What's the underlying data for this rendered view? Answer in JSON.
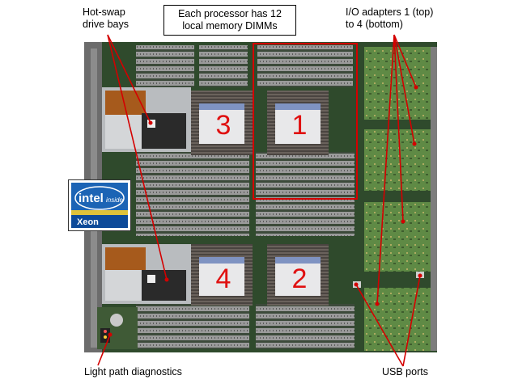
{
  "labels": {
    "hot_swap": [
      "Hot-swap",
      "drive bays"
    ],
    "memory": [
      "Each processor has 12",
      "local memory DIMMs"
    ],
    "io": [
      "I/O adapters 1 (top)",
      "to 4 (bottom)"
    ],
    "light_path": "Light path diagnostics",
    "usb": "USB ports"
  },
  "processors": [
    "1",
    "2",
    "3",
    "4"
  ],
  "logo": {
    "brand": "intel",
    "sub": "inside",
    "product": "Xeon"
  },
  "colors": {
    "callout_line": "#d40000",
    "cpu_number": "#e01010",
    "board": "#2e4a2a",
    "dimm": "#8a8a8a"
  }
}
